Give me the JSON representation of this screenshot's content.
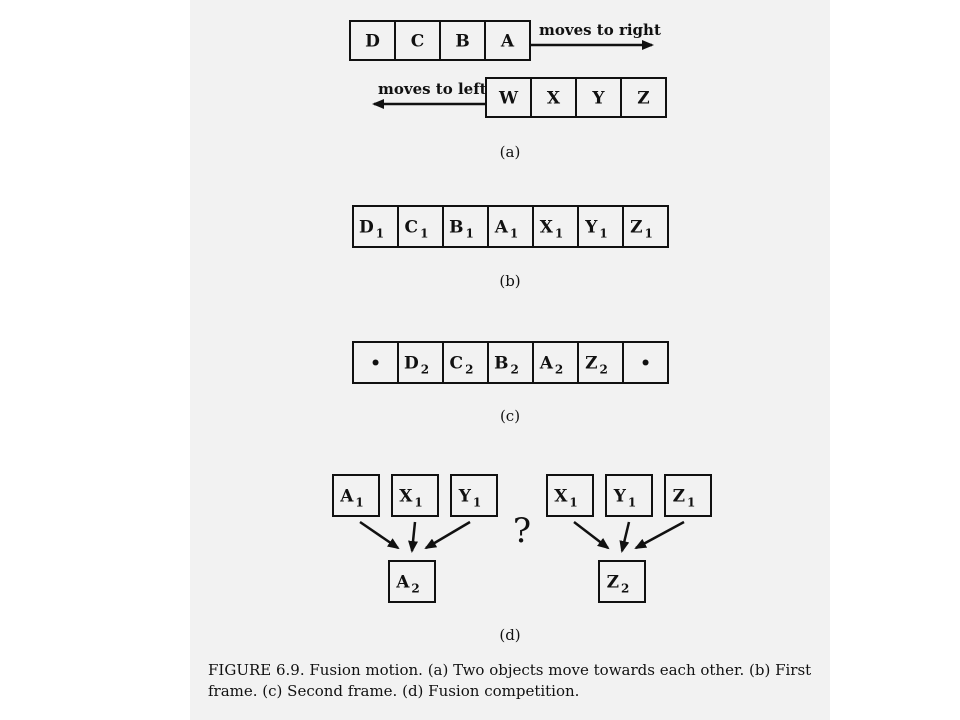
{
  "panel_a": {
    "top_cells": [
      "D",
      "C",
      "B",
      "A"
    ],
    "top_label": "moves to right",
    "bottom_cells": [
      "W",
      "X",
      "Y",
      "Z"
    ],
    "bottom_label": "moves to left",
    "caption": "(a)"
  },
  "panel_b": {
    "cells": [
      {
        "l": "D",
        "s": "1"
      },
      {
        "l": "C",
        "s": "1"
      },
      {
        "l": "B",
        "s": "1"
      },
      {
        "l": "A",
        "s": "1"
      },
      {
        "l": "X",
        "s": "1"
      },
      {
        "l": "Y",
        "s": "1"
      },
      {
        "l": "Z",
        "s": "1"
      }
    ],
    "caption": "(b)"
  },
  "panel_c": {
    "cells": [
      {
        "l": "•",
        "s": ""
      },
      {
        "l": "D",
        "s": "2"
      },
      {
        "l": "C",
        "s": "2"
      },
      {
        "l": "B",
        "s": "2"
      },
      {
        "l": "A",
        "s": "2"
      },
      {
        "l": "Z",
        "s": "2"
      },
      {
        "l": "•",
        "s": ""
      }
    ],
    "caption": "(c)"
  },
  "panel_d": {
    "left_sources": [
      {
        "l": "A",
        "s": "1"
      },
      {
        "l": "X",
        "s": "1"
      },
      {
        "l": "Y",
        "s": "1"
      }
    ],
    "left_target": {
      "l": "A",
      "s": "2"
    },
    "right_sources": [
      {
        "l": "X",
        "s": "1"
      },
      {
        "l": "Y",
        "s": "1"
      },
      {
        "l": "Z",
        "s": "1"
      }
    ],
    "right_target": {
      "l": "Z",
      "s": "2"
    },
    "question": "?",
    "caption": "(d)"
  },
  "figure_caption": "FIGURE 6.9. Fusion motion. (a) Two objects move towards each other. (b) First frame. (c) Second frame. (d) Fusion competition."
}
